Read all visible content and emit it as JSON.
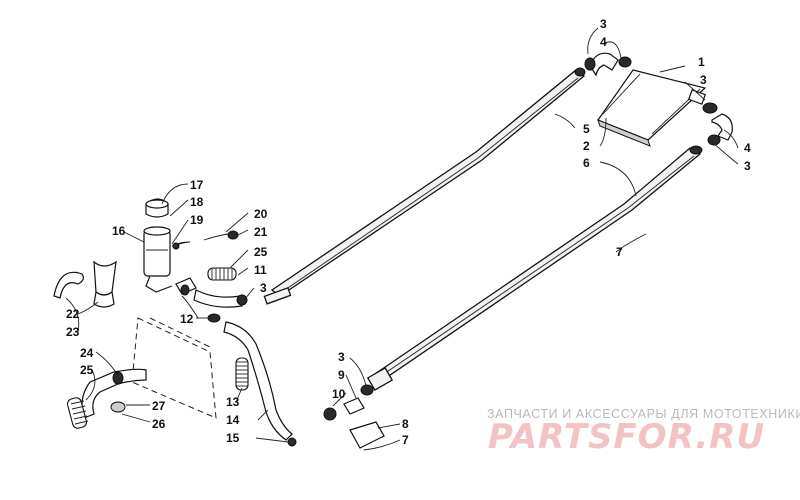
{
  "callouts": {
    "c1": "1",
    "c2": "2",
    "c3a": "3",
    "c3b": "3",
    "c3c": "3",
    "c3d": "3",
    "c3e": "3",
    "c4a": "4",
    "c4b": "4",
    "c5": "5",
    "c6": "6",
    "c7a": "7",
    "c7b": "7",
    "c8": "8",
    "c9": "9",
    "c10": "10",
    "c11": "11",
    "c12": "12",
    "c13": "13",
    "c14": "14",
    "c15": "15",
    "c16": "16",
    "c17": "17",
    "c18": "18",
    "c19": "19",
    "c20": "20",
    "c21": "21",
    "c22": "22",
    "c23": "23",
    "c24": "24",
    "c25a": "25",
    "c25b": "25",
    "c26": "26",
    "c27": "27"
  },
  "watermark": {
    "tagline": "ЗАПЧАСТИ И АКСЕССУАРЫ ДЛЯ МОТОТЕХНИКИ",
    "logo": "PARTSFOR.RU"
  }
}
